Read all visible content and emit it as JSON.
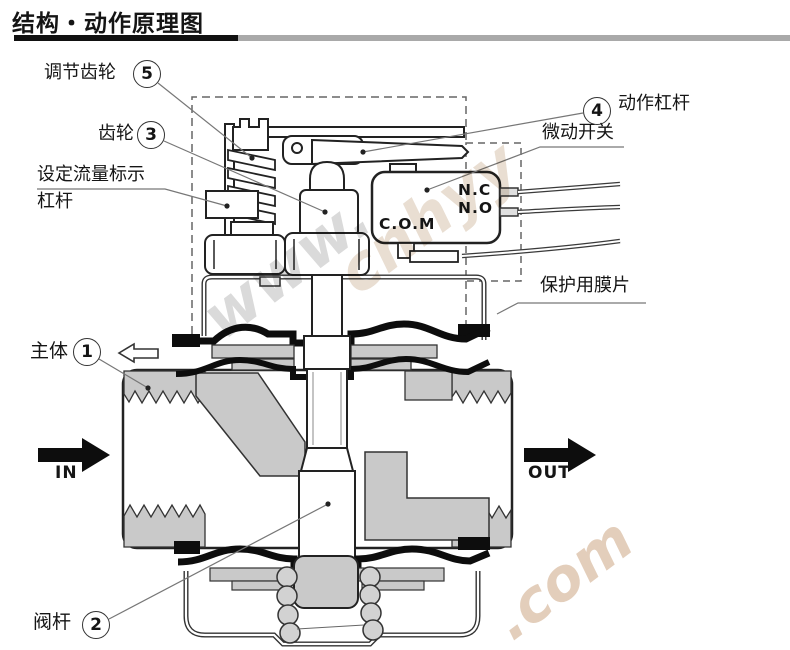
{
  "page": {
    "title": "结构・动作原理图"
  },
  "colors": {
    "rule_black": "#111111",
    "rule_gray": "#a9a9a9",
    "line": "#222222",
    "metal_gray": "#c9c9c9",
    "black_fill": "#0d0d0d",
    "leader": "#777777",
    "wm_gray": "#b5b5b5",
    "wm_tan": "#d6c2ac"
  },
  "callouts": {
    "adjust_gear": {
      "label": "调节齿轮",
      "num": "5"
    },
    "gear": {
      "label": "齿轮",
      "num": "3"
    },
    "set_flow_lever": {
      "line1": "设定流量标示",
      "line2": "杠杆"
    },
    "action_lever": {
      "num": "4",
      "label": "动作杠杆"
    },
    "micro_switch": {
      "label": "微动开关"
    },
    "protective_diaphragm": {
      "label": "保护用膜片"
    },
    "main_body": {
      "label": "主体",
      "num": "1"
    },
    "valve_stem": {
      "label": "阀杆",
      "num": "2"
    }
  },
  "switch_terminals": {
    "nc": "N.C",
    "no": "N.O",
    "com": "C.O.M"
  },
  "flow": {
    "in": "IN",
    "out": "OUT"
  },
  "watermark": {
    "part1": "www.",
    "part2": "cnhyy",
    "part3": ".com"
  }
}
